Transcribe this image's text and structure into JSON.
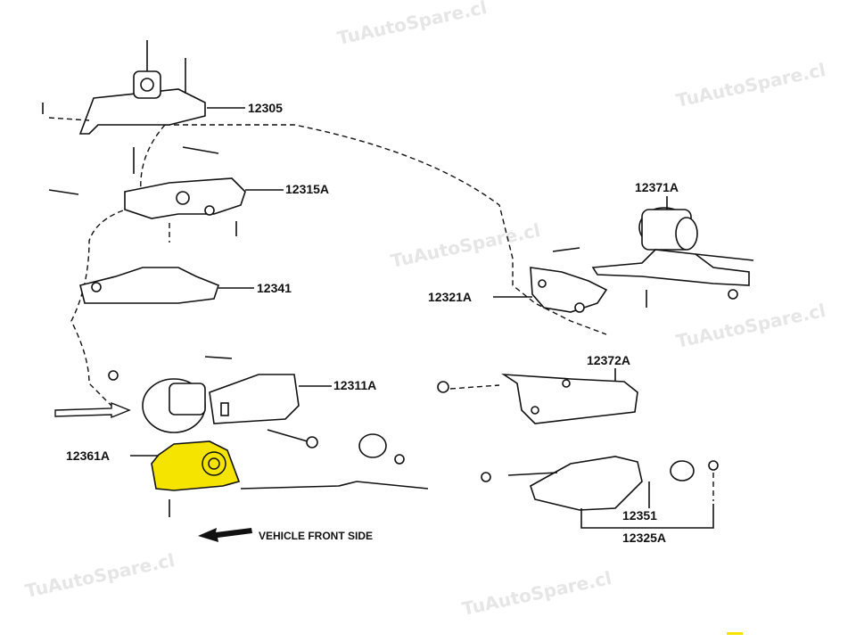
{
  "watermark": "TuAutoSpare.cl",
  "labels": {
    "p12305": "12305",
    "p12315A": "12315A",
    "p12341": "12341",
    "p12371A": "12371A",
    "p12321A": "12321A",
    "p12372A": "12372A",
    "p12311A": "12311A",
    "p12361A": "12361A",
    "p12351": "12351",
    "p12325A": "12325A"
  },
  "direction_note": "VEHICLE FRONT SIDE",
  "colors": {
    "highlight": "#f5e400",
    "line": "#111111"
  }
}
